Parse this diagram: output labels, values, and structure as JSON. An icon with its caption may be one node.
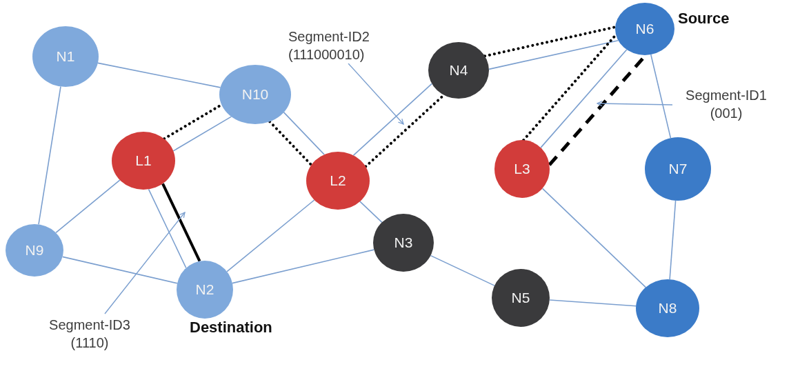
{
  "diagram": {
    "nodes": [
      {
        "text": [
          "N1"
        ]
      },
      {
        "text": [
          "N10"
        ]
      },
      {
        "text": [
          "L1"
        ]
      },
      {
        "text": [
          "L2"
        ]
      },
      {
        "text": [
          "N4"
        ]
      },
      {
        "text": [
          "N6"
        ],
        "beside": [
          "Source"
        ]
      },
      {
        "text": [
          "L3"
        ]
      },
      {
        "text": [
          "N7"
        ]
      },
      {
        "text": [
          "N9"
        ]
      },
      {
        "text": [
          "N2"
        ],
        "beside": [
          "Destination"
        ]
      },
      {
        "text": [
          "N3"
        ]
      },
      {
        "text": [
          "N5"
        ]
      },
      {
        "text": [
          "N8"
        ]
      },
      {
        "text": [
          "Segment-ID2 (111000010)"
        ]
      },
      {
        "text": [
          "Segment-ID1 (001)"
        ]
      },
      {
        "text": [
          "Segment-ID3 (1110)"
        ]
      }
    ],
    "edges": [
      {
        "from": 0,
        "to": 1,
        "arrow": "none"
      },
      {
        "from": 0,
        "to": 8,
        "arrow": "none"
      },
      {
        "from": 1,
        "to": 2,
        "arrow": "none"
      },
      {
        "from": 2,
        "to": 1,
        "arrow": "none",
        "style": "dashed",
        "color": "#000000"
      },
      {
        "from": 1,
        "to": 3,
        "arrow": "none"
      },
      {
        "from": 1,
        "to": 3,
        "arrow": "none",
        "style": "dashed",
        "color": "#000000"
      },
      {
        "from": 2,
        "to": 8,
        "arrow": "none"
      },
      {
        "from": 2,
        "to": 9,
        "arrow": "none"
      },
      {
        "from": 2,
        "to": 9,
        "arrow": "none",
        "style": "thick",
        "color": "#000000"
      },
      {
        "from": 8,
        "to": 9,
        "arrow": "none"
      },
      {
        "from": 9,
        "to": 3,
        "arrow": "none"
      },
      {
        "from": 9,
        "to": 10,
        "arrow": "none"
      },
      {
        "from": 3,
        "to": 4,
        "arrow": "none"
      },
      {
        "from": 3,
        "to": 4,
        "arrow": "none",
        "style": "dashed",
        "color": "#000000"
      },
      {
        "from": 3,
        "to": 10,
        "arrow": "none"
      },
      {
        "from": 4,
        "to": 5,
        "arrow": "none"
      },
      {
        "from": 4,
        "to": 5,
        "arrow": "none",
        "style": "dashed",
        "color": "#000000"
      },
      {
        "from": 6,
        "to": 5,
        "arrow": "none",
        "style": "dashed",
        "color": "#000000"
      },
      {
        "from": 6,
        "to": 5,
        "arrow": "none"
      },
      {
        "from": 6,
        "to": 5,
        "arrow": "none",
        "style": "dashed",
        "color": "#000000"
      },
      {
        "from": 5,
        "to": 7,
        "arrow": "none"
      },
      {
        "from": 10,
        "to": 11,
        "arrow": "none"
      },
      {
        "from": 11,
        "to": 12,
        "arrow": "none"
      },
      {
        "from": 6,
        "to": 12,
        "arrow": "none"
      },
      {
        "from": 7,
        "to": 12,
        "arrow": "none"
      },
      {
        "from": 13,
        "to": null,
        "arrow": "to"
      },
      {
        "from": 14,
        "to": null,
        "arrow": "to"
      },
      {
        "from": 15,
        "to": null,
        "arrow": "to"
      }
    ]
  }
}
